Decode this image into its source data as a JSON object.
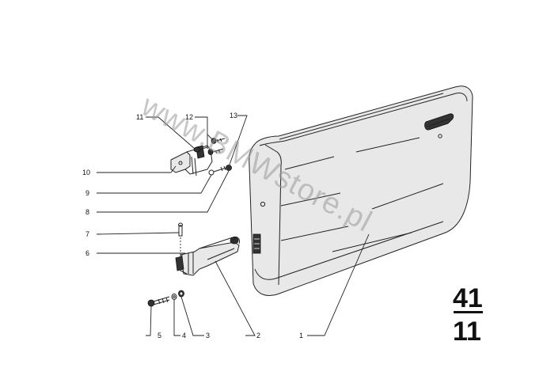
{
  "diagram": {
    "watermark": "www.BMWstore.pl",
    "group_top": "41",
    "group_bottom": "11",
    "callouts": {
      "c1": "1",
      "c2": "2",
      "c3": "3",
      "c4": "4",
      "c5": "5",
      "c6": "6",
      "c7": "7",
      "c8": "8",
      "c9": "9",
      "c10": "10",
      "c11": "11",
      "c12": "12",
      "c13": "13"
    }
  }
}
